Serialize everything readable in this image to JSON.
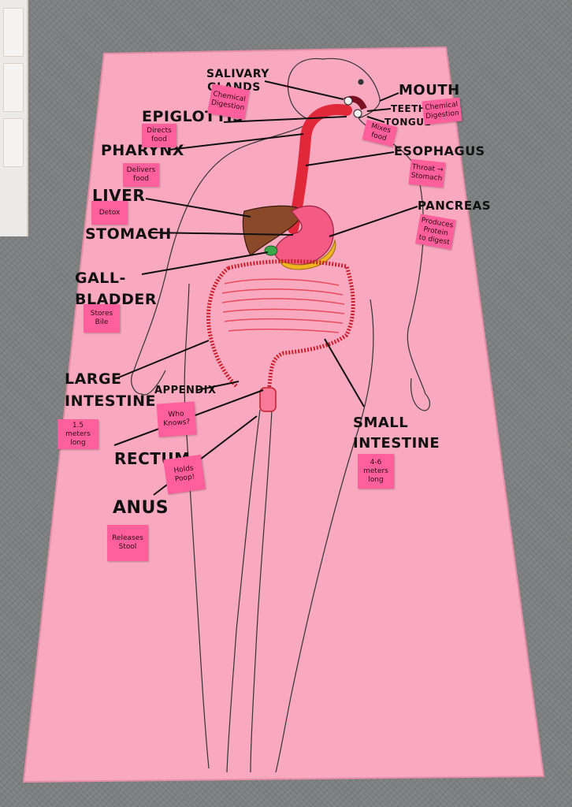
{
  "labels": {
    "salivary": "SALIVARY GLANDS",
    "mouth": "MOUTH",
    "teeth": "TEETH",
    "tongue": "TONGUE",
    "epiglottis": "EPIGLOTTIS",
    "pharynx": "PHARYNX",
    "esophagus": "ESOPHAGUS",
    "liver": "LIVER",
    "pancreas": "PANCREAS",
    "stomach": "STOMACH",
    "gallbladder": "GALL-BLADDER",
    "large_intestine": "LARGE INTESTINE",
    "appendix": "APPENDIX",
    "small_intestine": "SMALL INTESTINE",
    "rectum": "RECTUM",
    "anus": "ANUS"
  },
  "notes": {
    "salivary": "Chemical Digestion",
    "mouth": "Chemical Digestion",
    "tongue": "Mixes food",
    "epiglottis": "Directs food",
    "pharynx": "Delivers food",
    "esophagus": "Throat → Stomach",
    "liver": "Detox",
    "pancreas": "Produces Protein to digest",
    "gallbladder": "Stores Bile",
    "large_intestine": "1.5 meters long",
    "appendix": "Who Knows?",
    "small_intestine": "4-6 meters long",
    "rectum": "Holds Poop!",
    "anus": "Releases Stool"
  },
  "colors": {
    "paper": "#f8a9c0",
    "carpet": "#7d7f80",
    "sticky_note": "#ff5f9a",
    "esophagus": "#e0283a",
    "liver": "#8a4a2a",
    "stomach": "#f35a84",
    "pancreas": "#f0b321",
    "gallbladder": "#3aa84a",
    "intestine": "#c81e2c"
  }
}
